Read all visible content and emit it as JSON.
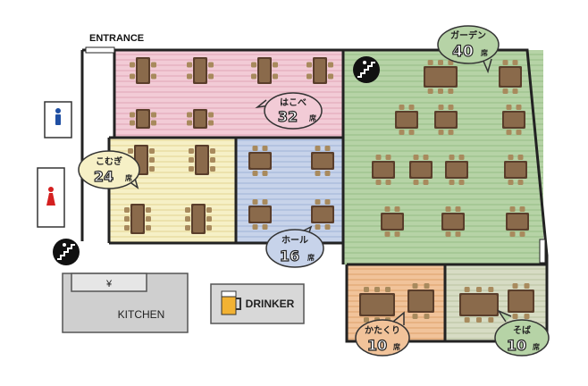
{
  "entrance": "ENTRANCE",
  "kitchen": "KITCHEN",
  "register": "¥",
  "drinker": "DRINKER",
  "zones": {
    "hakobe": {
      "name": "はこべ",
      "seats": "32",
      "unit": "席",
      "color": "#f2cbd6"
    },
    "garden": {
      "name": "ガーデン",
      "seats": "40",
      "unit": "席",
      "color": "#b6d3a6"
    },
    "komugi": {
      "name": "こむぎ",
      "seats": "24",
      "unit": "席",
      "color": "#f6f0c6"
    },
    "hall": {
      "name": "ホール",
      "seats": "16",
      "unit": "席",
      "color": "#c7d3ea"
    },
    "katakuri": {
      "name": "かたくり",
      "seats": "10",
      "unit": "席",
      "color": "#f1c39a"
    },
    "soba": {
      "name": "そば",
      "seats": "10",
      "unit": "席",
      "color": "#d7dcc4"
    }
  },
  "icons": {
    "stairs": "stairs-icon",
    "men": "restroom-men-icon",
    "women": "restroom-women-icon",
    "beer": "beer-mug-icon"
  },
  "colors": {
    "wall": "#222222",
    "table": "#5a3e2b",
    "table_top": "#8a6a4b",
    "chair": "#a88a5d"
  }
}
